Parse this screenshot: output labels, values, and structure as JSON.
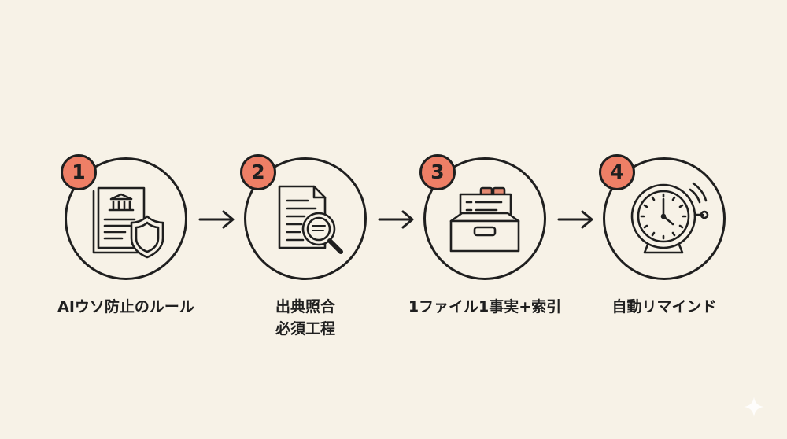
{
  "steps": [
    {
      "number": "1",
      "label_lines": [
        "AIウソ防止のルール"
      ],
      "icon": "document-shield-icon"
    },
    {
      "number": "2",
      "label_lines": [
        "出典照合",
        "必須工程"
      ],
      "icon": "document-magnifier-icon"
    },
    {
      "number": "3",
      "label_lines": [
        "1ファイル1事実+索引"
      ],
      "icon": "file-drawer-icon"
    },
    {
      "number": "4",
      "label_lines": [
        "自動リマインド"
      ],
      "icon": "alarm-clock-icon"
    }
  ],
  "colors": {
    "badge": "#ee7f66",
    "stroke": "#1f1f1f",
    "background": "#f7f2e7"
  }
}
